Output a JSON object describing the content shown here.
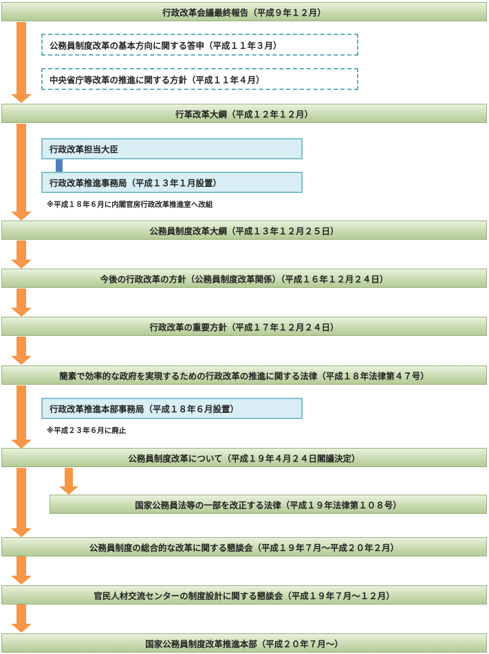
{
  "colors": {
    "arrow": "#f79646",
    "bar_top": "#e9f2de",
    "bar_bottom": "#b3cb97",
    "dashed_border": "#5fb0bf",
    "box_fill": "#d9eef5",
    "connector": "#4f81bd"
  },
  "bars": [
    "行政改革会議最終報告（平成９年１２月）",
    "行革改革大綱（平成１２年１２月）",
    "公務員制度改革大綱（平成１３年１２月２５日）",
    "今後の行政改革の方針（公務員制度改革関係）（平成１６年１２月２４日）",
    "行政改革の重要方針（平成１７年１２月２４日）",
    "簡素で効率的な政府を実現するための行政改革の推進に関する法律（平成１８年法律第４７号）",
    "公務員制度改革について（平成１９年４月２４日閣議決定）",
    "公務員制度の総合的な改革に関する懇談会（平成１９年７月～平成２０年２月）",
    "官民人材交流センターの制度設計に関する懇談会（平成１９年７月～１２月）",
    "国家公務員制度改革推進本部（平成２０年７月～）"
  ],
  "dashed_boxes": [
    "公務員制度改革の基本方向に関する答申（平成１１年３月）",
    "中央省庁等改革の推進に関する方針（平成１１年４月）"
  ],
  "boxes": [
    "行政改革担当大臣",
    "行政改革推進事務局（平成１３年１月設置）",
    "行政改革推進本部事務局（平成１８年６月設置）",
    "国家公務員法等の一部を改正する法律（平成１９年法律第１０８号）"
  ],
  "notes": [
    "※平成１８年６月に内閣官房行政改革推進室へ改組",
    "※平成２３年６月に廃止"
  ]
}
